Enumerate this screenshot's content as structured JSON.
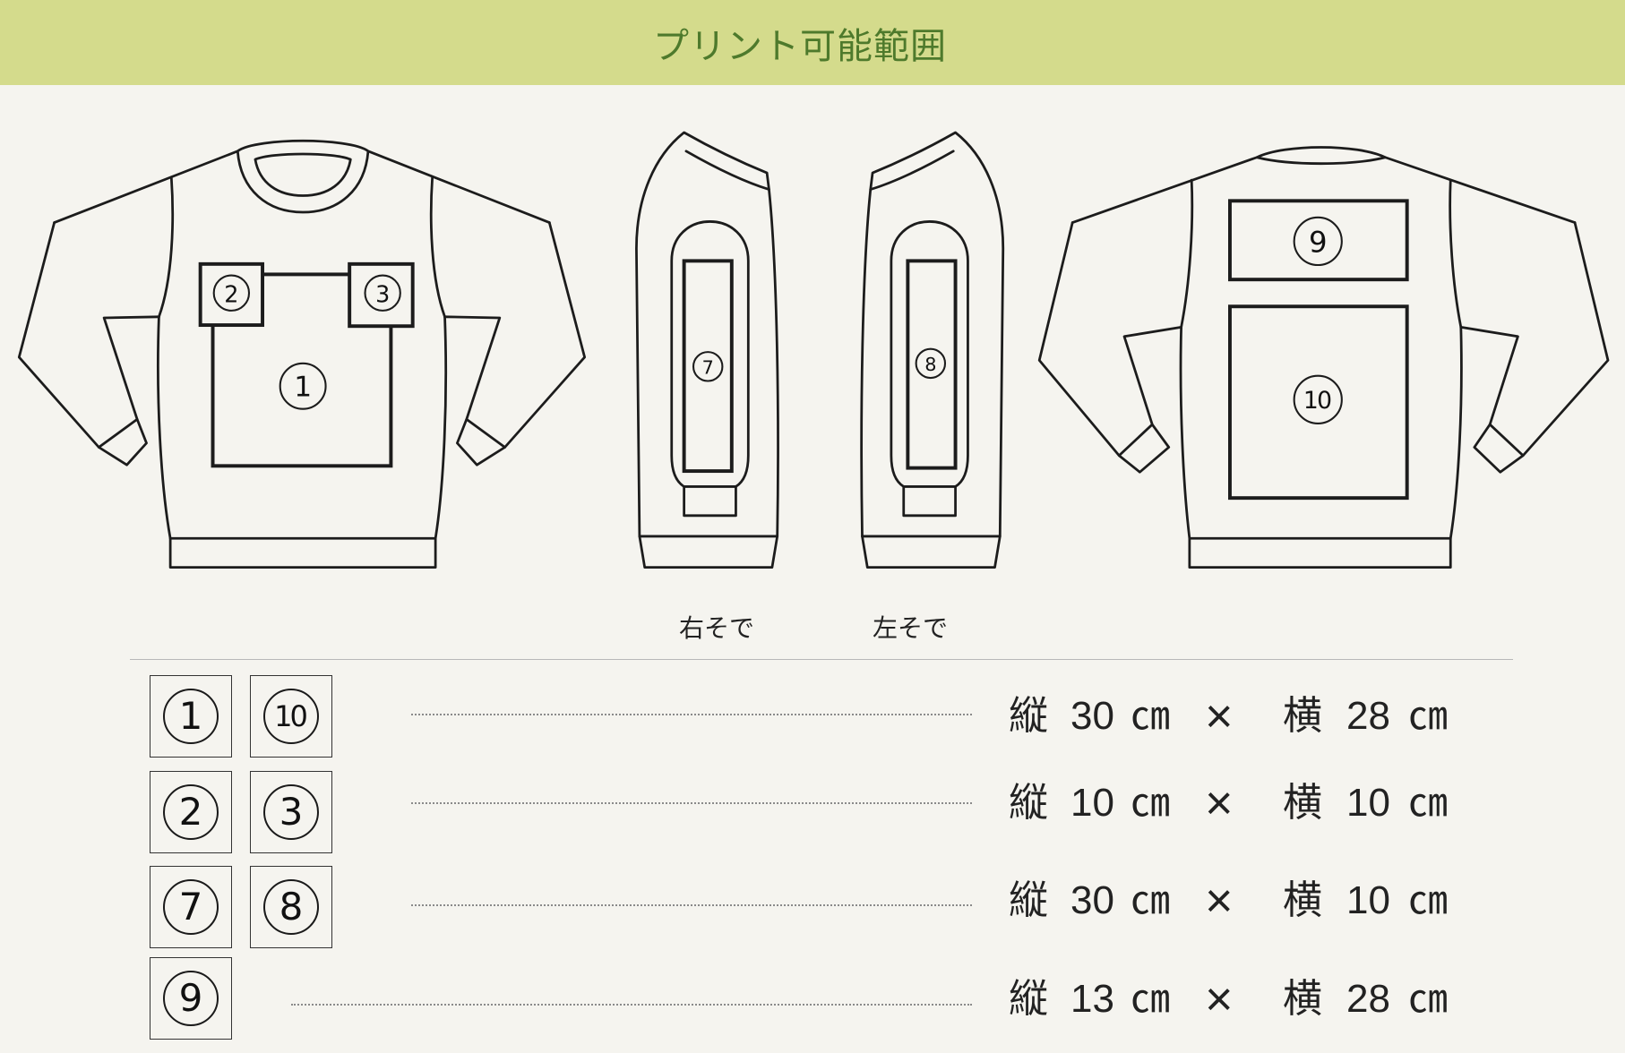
{
  "header": {
    "title": "プリント可能範囲"
  },
  "colors": {
    "header_bg": "#d4db8c",
    "title_text": "#4e7a2c",
    "page_bg": "#f5f4ef",
    "outline": "#1c1c1c",
    "divider": "#b8b8b8"
  },
  "diagram": {
    "front": {
      "areas": [
        "1",
        "2",
        "3"
      ]
    },
    "right_sleeve": {
      "label": "右そで",
      "area": "7"
    },
    "left_sleeve": {
      "label": "左そで",
      "area": "8"
    },
    "back": {
      "areas": [
        "9",
        "10"
      ]
    }
  },
  "size_table": {
    "rows": [
      {
        "areas": [
          "1",
          "10"
        ],
        "vertical_label": "縦",
        "height": "30",
        "unit": "㎝",
        "times": "×",
        "horizontal_label": "横",
        "width": "28"
      },
      {
        "areas": [
          "2",
          "3"
        ],
        "vertical_label": "縦",
        "height": "10",
        "unit": "㎝",
        "times": "×",
        "horizontal_label": "横",
        "width": "10"
      },
      {
        "areas": [
          "7",
          "8"
        ],
        "vertical_label": "縦",
        "height": "30",
        "unit": "㎝",
        "times": "×",
        "horizontal_label": "横",
        "width": "10"
      },
      {
        "areas": [
          "9"
        ],
        "vertical_label": "縦",
        "height": "13",
        "unit": "㎝",
        "times": "×",
        "horizontal_label": "横",
        "width": "28"
      }
    ]
  }
}
